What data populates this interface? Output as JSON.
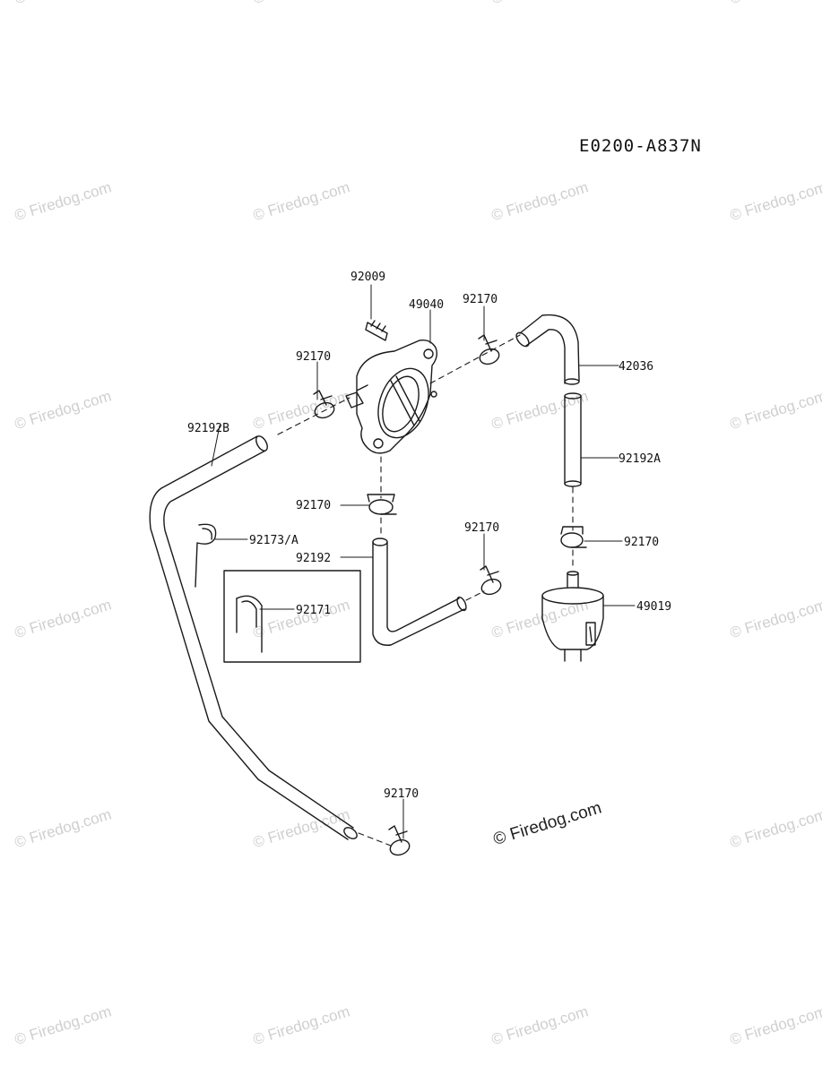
{
  "diagram_code": "E0200-A837N",
  "watermark_text": "© Firedog.com",
  "colors": {
    "line": "#1a1a1a",
    "watermark": "#cfcfcf"
  },
  "part_labels": {
    "screw": "92009",
    "pump": "49040",
    "clamp_pump_outlet": "92170",
    "clamp_pump_inlet": "92170",
    "hose_elbow_top": "42036",
    "hose_long": "92192B",
    "hose_straight": "92192A",
    "clamp_pump_bottom": "92170",
    "hose_l_short": "92192",
    "clip_a": "92173/A",
    "clamp_l_end": "92170",
    "clamp_filter_top": "92170",
    "filter": "49019",
    "clip_inset": "92171",
    "clamp_long_end": "92170"
  }
}
